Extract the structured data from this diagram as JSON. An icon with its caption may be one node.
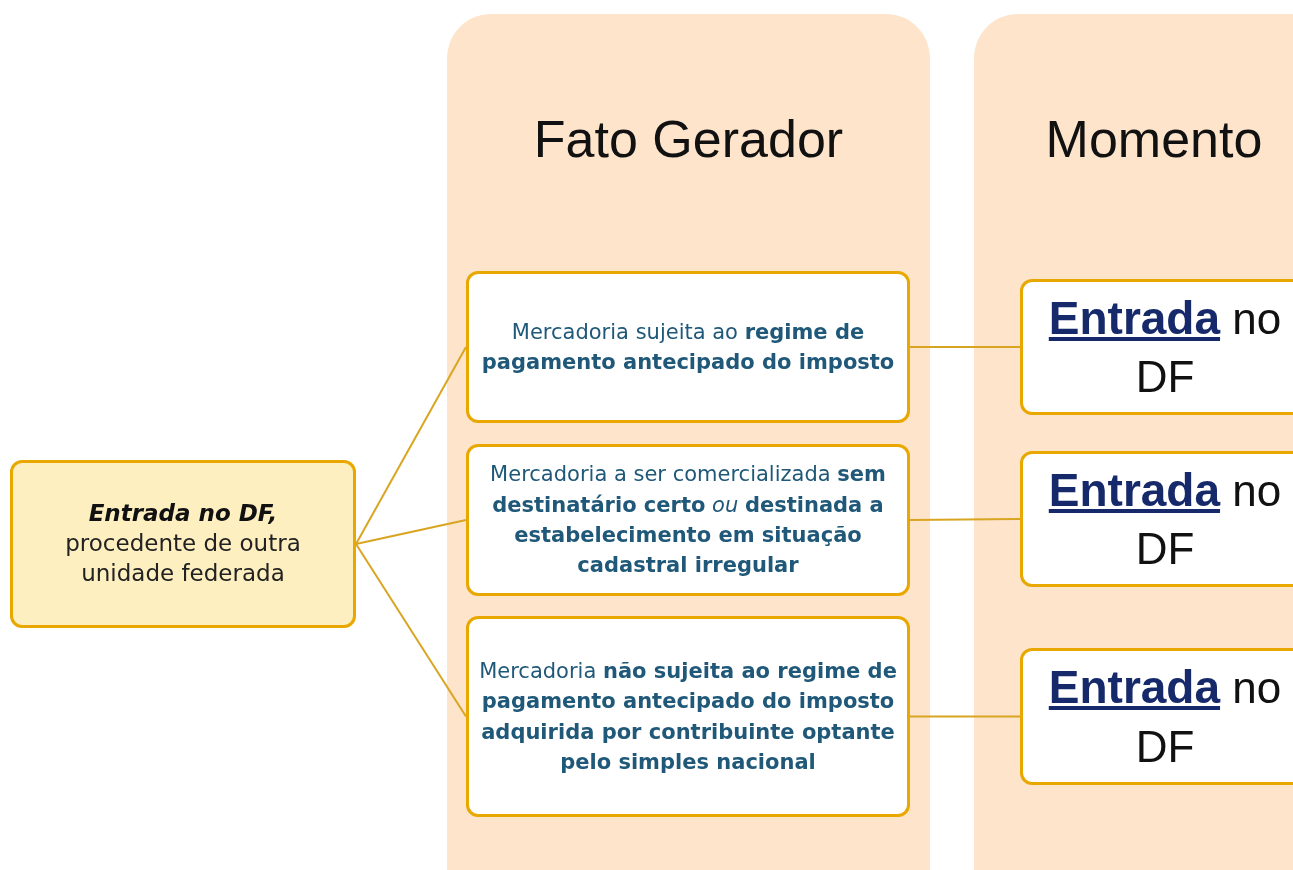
{
  "diagram": {
    "nodes": [
      {
        "text": [
          "**Entrada no DF,** procedente de outra unidade federada"
        ]
      },
      {
        "text": [
          "Fato Gerador"
        ]
      },
      {
        "text": [
          "Mercadoria sujeita ao **regime de pagamento antecipado do imposto**"
        ],
        "in": 1
      },
      {
        "text": [
          "Mercadoria a ser comercializada **sem destinatário certo** *ou* **destinada a estabelecimento em situação cadastral irregular**"
        ],
        "in": 1
      },
      {
        "text": [
          "Mercadoria **não sujeita ao regime de pagamento antecipado do imposto adquirida por contribuinte optante pelo simples nacional**"
        ],
        "in": 1
      },
      {
        "text": [
          "Momento"
        ]
      },
      {
        "text": [
          "**Entrada** no DF"
        ],
        "in": 5
      },
      {
        "text": [
          "**Entrada** no DF"
        ],
        "in": 5
      },
      {
        "text": [
          "**Entrada** no DF"
        ],
        "in": 5
      }
    ],
    "edges": [
      {
        "from": 0,
        "to": 2,
        "arrow": "none"
      },
      {
        "from": 0,
        "to": 3,
        "arrow": "none"
      },
      {
        "from": 0,
        "to": 4,
        "arrow": "none"
      },
      {
        "from": 2,
        "to": 6,
        "arrow": "none"
      },
      {
        "from": 3,
        "to": 7,
        "arrow": "none"
      },
      {
        "from": 4,
        "to": 8,
        "arrow": "none"
      }
    ]
  }
}
